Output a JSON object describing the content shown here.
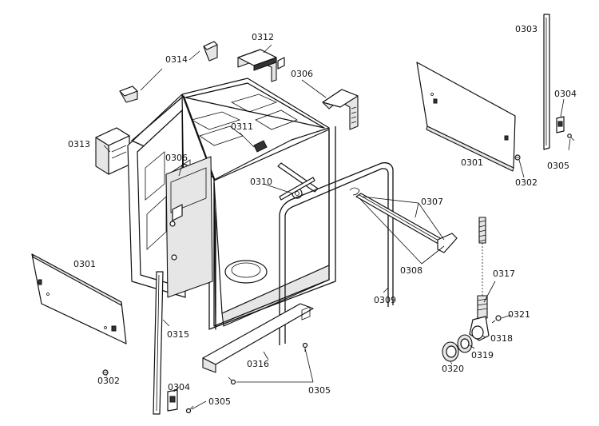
{
  "labels": {
    "l0303": "0303",
    "l0312": "0312",
    "l0314": "0314",
    "l0306a": "0306",
    "l0304a": "0304",
    "l0313": "0313",
    "l0311": "0311",
    "l0306b": "0306",
    "l0301a": "0301",
    "l0305a": "0305",
    "l0302a": "0302",
    "l0310": "0310",
    "l0307": "0307",
    "l0301b": "0301",
    "l0308": "0308",
    "l0317": "0317",
    "l0309": "0309",
    "l0321": "0321",
    "l0315": "0315",
    "l0318": "0318",
    "l0319": "0319",
    "l0316": "0316",
    "l0320": "0320",
    "l0302b": "0302",
    "l0304b": "0304",
    "l0305b": "0305",
    "l0305c": "0305"
  }
}
